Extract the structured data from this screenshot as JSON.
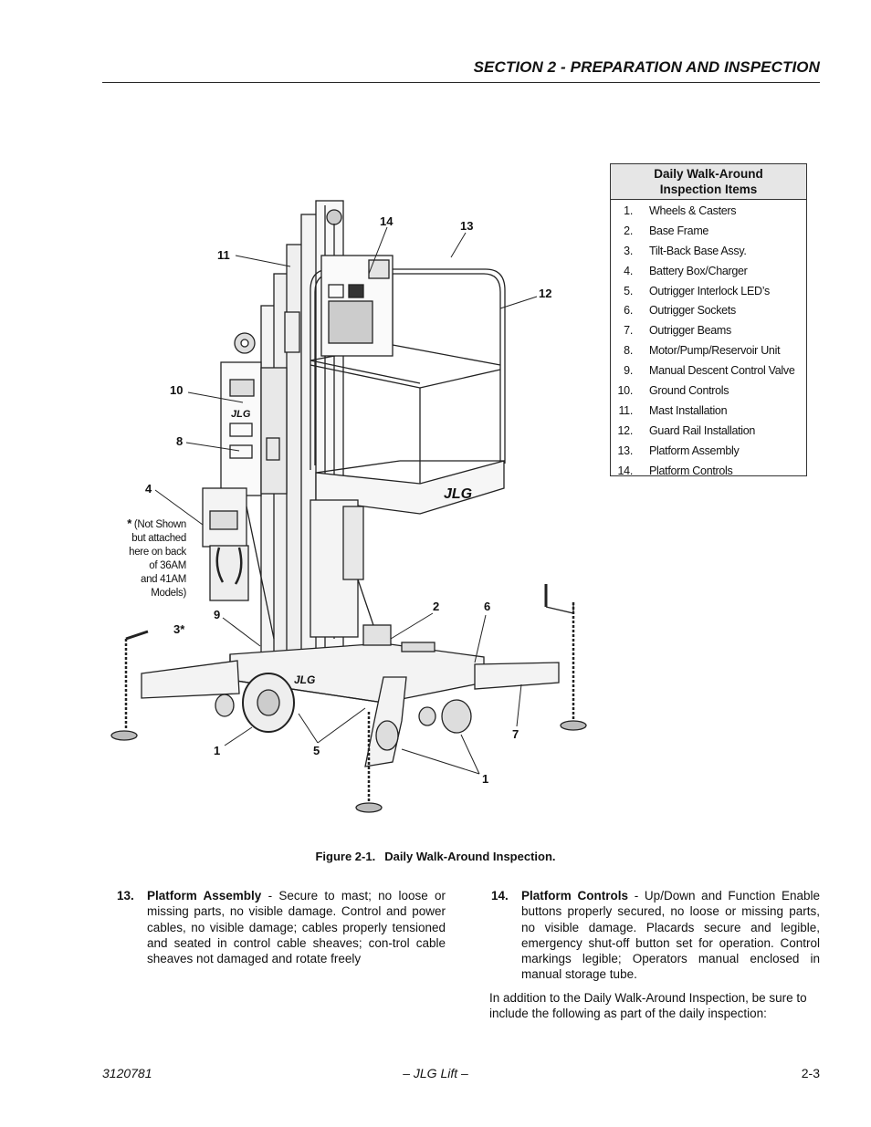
{
  "header": {
    "title": "SECTION 2 - PREPARATION AND INSPECTION"
  },
  "inspection_table": {
    "heading_line1": "Daily Walk-Around",
    "heading_line2": "Inspection Items",
    "items": [
      {
        "num": "1.",
        "label": "Wheels & Casters"
      },
      {
        "num": "2.",
        "label": "Base Frame"
      },
      {
        "num": "3.",
        "label": "Tilt-Back Base Assy."
      },
      {
        "num": "4.",
        "label": "Battery Box/Charger"
      },
      {
        "num": "5.",
        "label": "Outrigger Interlock LED’s"
      },
      {
        "num": "6.",
        "label": "Outrigger Sockets"
      },
      {
        "num": "7.",
        "label": "Outrigger Beams"
      },
      {
        "num": "8.",
        "label": "Motor/Pump/Reservoir Unit"
      },
      {
        "num": "9.",
        "label": "Manual Descent Control Valve"
      },
      {
        "num": "10.",
        "label": "Ground Controls"
      },
      {
        "num": "11.",
        "label": "Mast Installation"
      },
      {
        "num": "12.",
        "label": "Guard Rail Installation"
      },
      {
        "num": "13.",
        "label": "Platform Assembly"
      },
      {
        "num": "14.",
        "label": "Platform Controls"
      }
    ]
  },
  "figure": {
    "callouts": {
      "c14": "14",
      "c13": "13",
      "c11": "11",
      "c12": "12",
      "c10": "10",
      "c8": "8",
      "c4": "4",
      "c9": "9",
      "c3": "3*",
      "c2": "2",
      "c6": "6",
      "c7": "7",
      "c1a": "1",
      "c5": "5",
      "c1b": "1"
    },
    "note_star": "*",
    "note_lines": [
      "(Not Shown",
      "but attached",
      "here on back",
      "of 36AM",
      "and 41AM",
      "Models)"
    ],
    "logo_text": "JLG"
  },
  "caption": {
    "label": "Figure 2-1.",
    "text": "Daily Walk-Around Inspection."
  },
  "paragraphs": {
    "p13": {
      "num": "13.",
      "title": "Platform Assembly",
      "body": " - Secure to mast; no loose or missing parts, no visible damage. Control and power cables, no visible damage; cables properly tensioned and seated in control cable sheaves; con-trol cable sheaves not damaged and rotate freely"
    },
    "p14": {
      "num": "14.",
      "title": "Platform Controls",
      "body": " - Up/Down and Function Enable buttons properly secured, no loose or missing parts, no visible damage. Placards secure and legible, emergency shut-off button set for operation. Control markings legible; Operators manual enclosed in manual storage tube."
    },
    "addition": "In addition to the Daily Walk-Around Inspection, be sure to include the following as part of the daily inspection:"
  },
  "footer": {
    "left": "3120781",
    "center": "– JLG Lift –",
    "right": "2-3"
  }
}
